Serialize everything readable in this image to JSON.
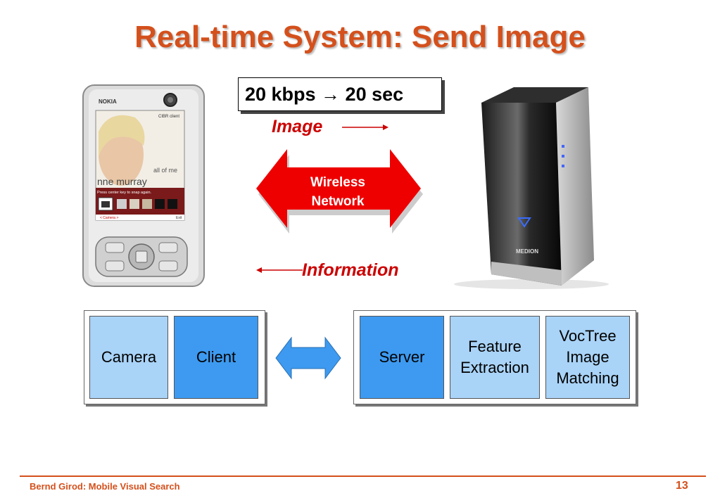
{
  "slide": {
    "title": "Real-time System: Send Image",
    "rate_text": "20 kbps → 20 sec",
    "image_label": "Image",
    "information_label": "Information",
    "wireless_line1": "Wireless",
    "wireless_line2": "Network"
  },
  "phone": {
    "brand": "NOKIA",
    "app_name": "CIBR client",
    "screen_text1": "all of me",
    "screen_text2": "nne murray",
    "instruction": "Press center key to snap again.",
    "camera_label": "< Camera >",
    "exit_label": "Exit"
  },
  "server_device": {
    "brand": "MEDION"
  },
  "client_blocks": [
    {
      "label": "Camera"
    },
    {
      "label": "Client"
    }
  ],
  "server_blocks": [
    {
      "label": "Server"
    },
    {
      "line1": "Feature",
      "line2": "Extraction"
    },
    {
      "line1": "VocTree",
      "line2": "Image",
      "line3": "Matching"
    }
  ],
  "footer": {
    "text": "Bernd Girod: Mobile Visual Search",
    "page": "13"
  },
  "colors": {
    "title": "#d4501c",
    "arrow_red": "#ee0000",
    "block_light": "#a9d3f7",
    "block_dark": "#3d9af0"
  }
}
